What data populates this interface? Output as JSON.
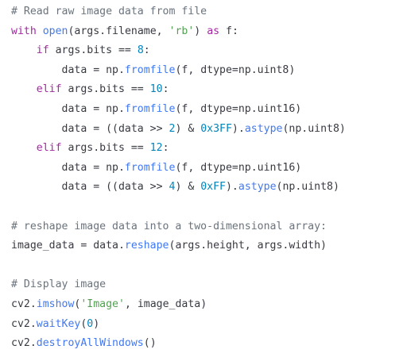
{
  "colors": {
    "background": "#ffffff",
    "plain": "#383a42",
    "comment": "#6a737d",
    "keyword": "#a626a4",
    "function": "#4078f2",
    "number": "#0184bc",
    "string": "#50a14f"
  },
  "code": {
    "lines": [
      [
        {
          "t": "comment",
          "v": "# Read raw image data from file"
        }
      ],
      [
        {
          "t": "keyword",
          "v": "with"
        },
        {
          "t": "plain",
          "v": " "
        },
        {
          "t": "function",
          "v": "open"
        },
        {
          "t": "plain",
          "v": "(args.filename, "
        },
        {
          "t": "string",
          "v": "'rb'"
        },
        {
          "t": "plain",
          "v": ") "
        },
        {
          "t": "keyword",
          "v": "as"
        },
        {
          "t": "plain",
          "v": " f:"
        }
      ],
      [
        {
          "t": "plain",
          "v": "    "
        },
        {
          "t": "keyword",
          "v": "if"
        },
        {
          "t": "plain",
          "v": " args.bits == "
        },
        {
          "t": "number",
          "v": "8"
        },
        {
          "t": "plain",
          "v": ":"
        }
      ],
      [
        {
          "t": "plain",
          "v": "        data = np."
        },
        {
          "t": "function",
          "v": "fromfile"
        },
        {
          "t": "plain",
          "v": "(f, dtype=np.uint8)"
        }
      ],
      [
        {
          "t": "plain",
          "v": "    "
        },
        {
          "t": "keyword",
          "v": "elif"
        },
        {
          "t": "plain",
          "v": " args.bits == "
        },
        {
          "t": "number",
          "v": "10"
        },
        {
          "t": "plain",
          "v": ":"
        }
      ],
      [
        {
          "t": "plain",
          "v": "        data = np."
        },
        {
          "t": "function",
          "v": "fromfile"
        },
        {
          "t": "plain",
          "v": "(f, dtype=np.uint16)"
        }
      ],
      [
        {
          "t": "plain",
          "v": "        data = ((data >> "
        },
        {
          "t": "number",
          "v": "2"
        },
        {
          "t": "plain",
          "v": ") & "
        },
        {
          "t": "number",
          "v": "0x3FF"
        },
        {
          "t": "plain",
          "v": ")."
        },
        {
          "t": "function",
          "v": "astype"
        },
        {
          "t": "plain",
          "v": "(np.uint8)"
        }
      ],
      [
        {
          "t": "plain",
          "v": "    "
        },
        {
          "t": "keyword",
          "v": "elif"
        },
        {
          "t": "plain",
          "v": " args.bits == "
        },
        {
          "t": "number",
          "v": "12"
        },
        {
          "t": "plain",
          "v": ":"
        }
      ],
      [
        {
          "t": "plain",
          "v": "        data = np."
        },
        {
          "t": "function",
          "v": "fromfile"
        },
        {
          "t": "plain",
          "v": "(f, dtype=np.uint16)"
        }
      ],
      [
        {
          "t": "plain",
          "v": "        data = ((data >> "
        },
        {
          "t": "number",
          "v": "4"
        },
        {
          "t": "plain",
          "v": ") & "
        },
        {
          "t": "number",
          "v": "0xFF"
        },
        {
          "t": "plain",
          "v": ")."
        },
        {
          "t": "function",
          "v": "astype"
        },
        {
          "t": "plain",
          "v": "(np.uint8)"
        }
      ],
      [],
      [
        {
          "t": "comment",
          "v": "# reshape image data into a two-dimensional array:"
        }
      ],
      [
        {
          "t": "plain",
          "v": "image_data = data."
        },
        {
          "t": "function",
          "v": "reshape"
        },
        {
          "t": "plain",
          "v": "(args.height, args.width)"
        }
      ],
      [],
      [
        {
          "t": "comment",
          "v": "# Display image"
        }
      ],
      [
        {
          "t": "plain",
          "v": "cv2."
        },
        {
          "t": "function",
          "v": "imshow"
        },
        {
          "t": "plain",
          "v": "("
        },
        {
          "t": "string",
          "v": "'Image'"
        },
        {
          "t": "plain",
          "v": ", image_data)"
        }
      ],
      [
        {
          "t": "plain",
          "v": "cv2."
        },
        {
          "t": "function",
          "v": "waitKey"
        },
        {
          "t": "plain",
          "v": "("
        },
        {
          "t": "number",
          "v": "0"
        },
        {
          "t": "plain",
          "v": ")"
        }
      ],
      [
        {
          "t": "plain",
          "v": "cv2."
        },
        {
          "t": "function",
          "v": "destroyAllWindows"
        },
        {
          "t": "plain",
          "v": "()"
        }
      ]
    ]
  }
}
